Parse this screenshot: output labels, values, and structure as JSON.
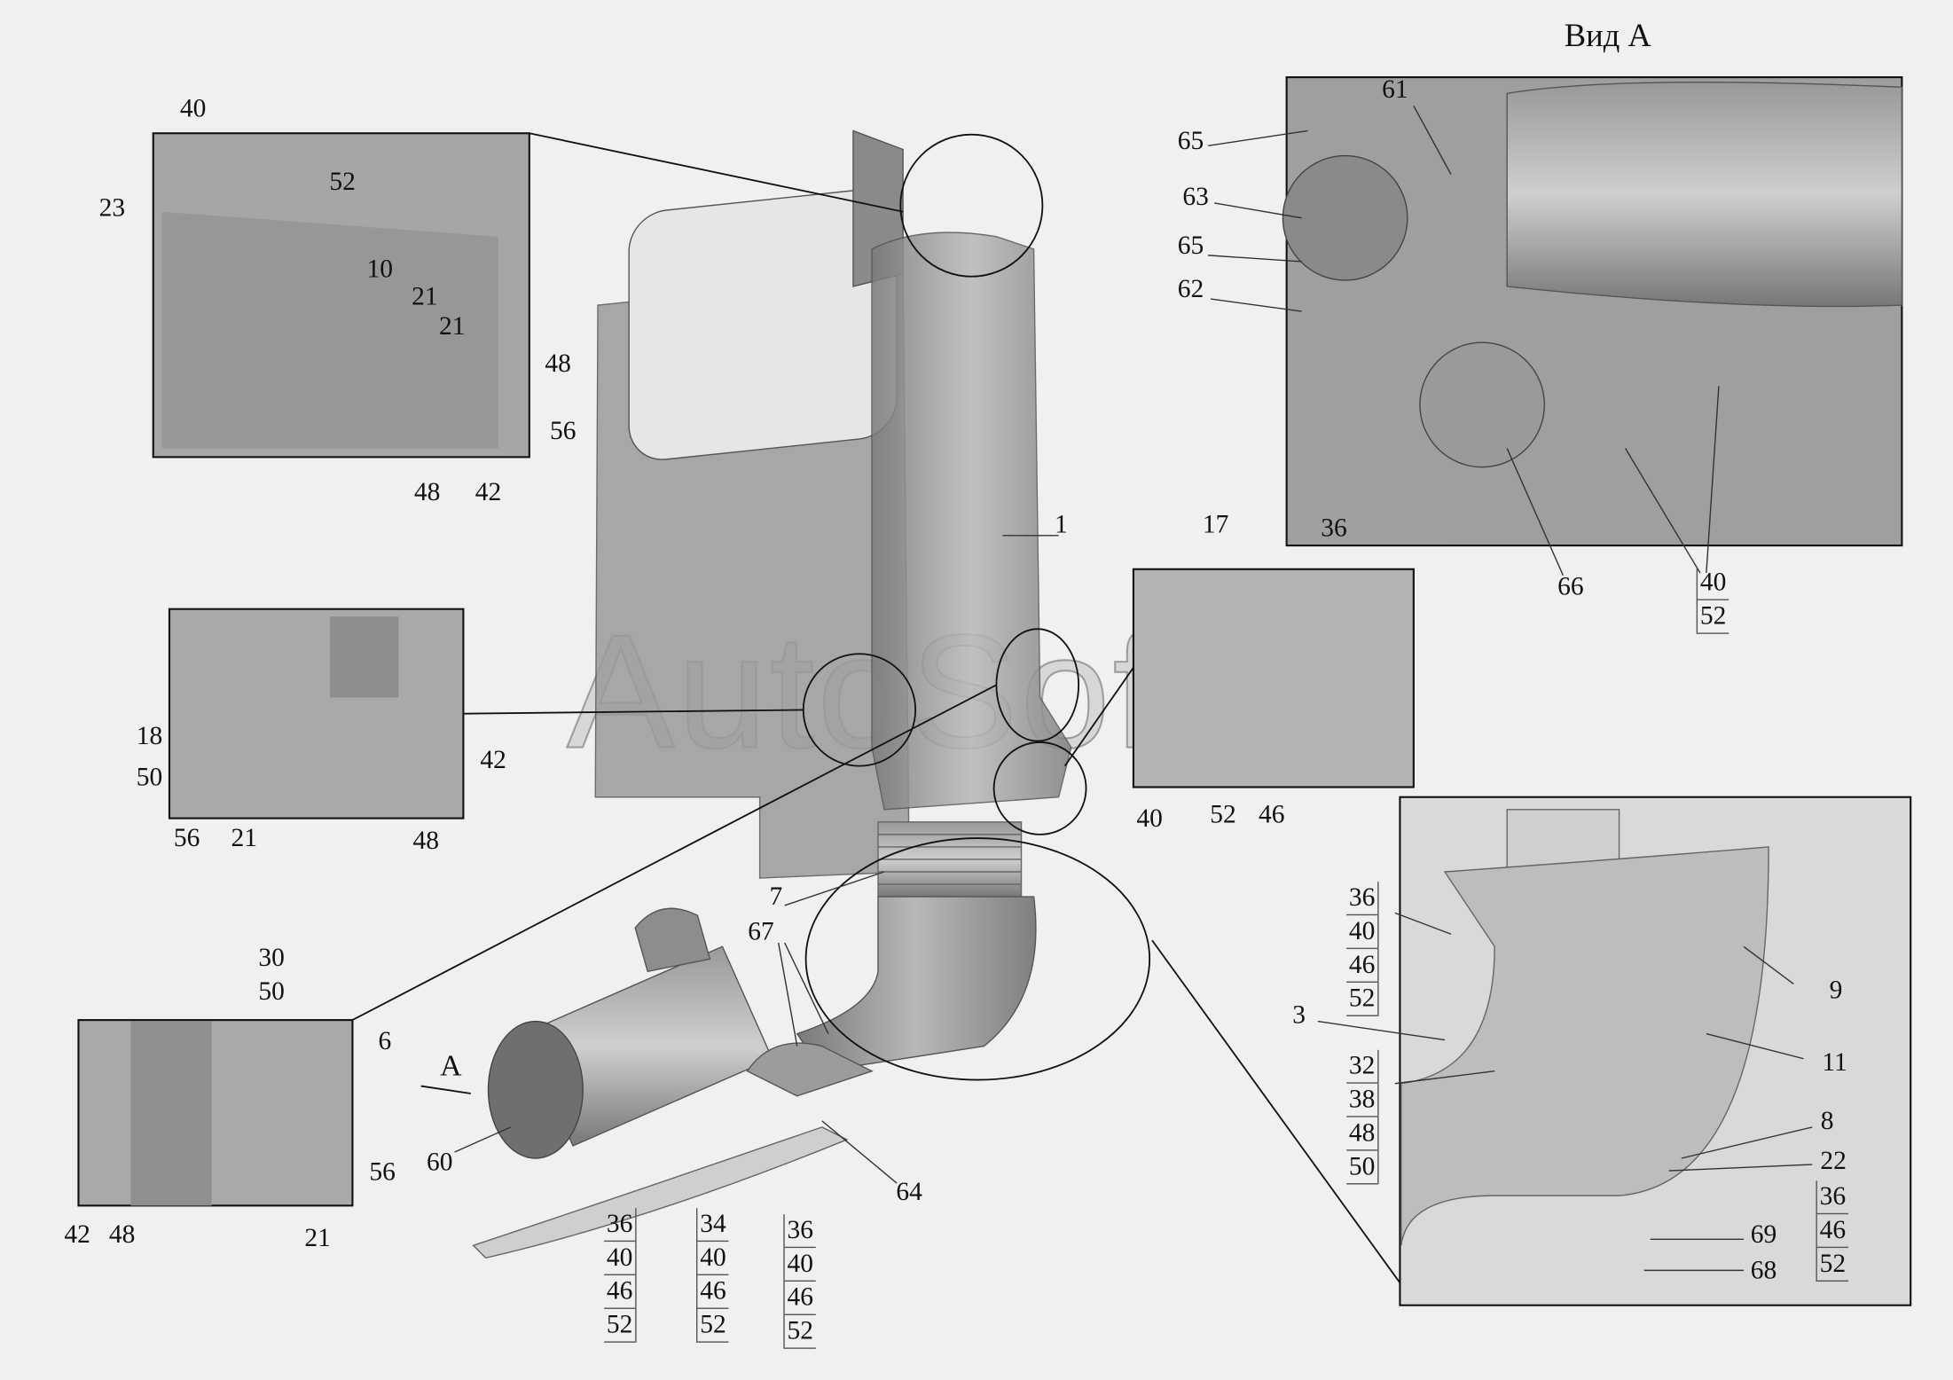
{
  "view_title": "Вид А",
  "view_marker": "А",
  "watermark": "AutoSoft",
  "inset_top_left": {
    "labels": [
      "40",
      "52",
      "23",
      "10",
      "21",
      "21",
      "48",
      "56",
      "48",
      "42"
    ]
  },
  "inset_mid_left": {
    "labels": [
      "18",
      "50",
      "42",
      "56",
      "21",
      "48"
    ]
  },
  "inset_bottom_left": {
    "labels": [
      "30",
      "50",
      "6",
      "56",
      "42",
      "48",
      "21"
    ]
  },
  "main": {
    "labels": [
      "1",
      "7",
      "67",
      "60",
      "64"
    ],
    "stacks": [
      [
        "36",
        "40",
        "46",
        "52"
      ],
      [
        "34",
        "40",
        "46",
        "52"
      ],
      [
        "36",
        "40",
        "46",
        "52"
      ]
    ]
  },
  "inset_mid_right": {
    "labels": [
      "17",
      "36",
      "40",
      "52",
      "46"
    ]
  },
  "view_a": {
    "labels": [
      "61",
      "65",
      "63",
      "65",
      "62",
      "66"
    ],
    "stack": [
      "40",
      "52"
    ]
  },
  "inset_bottom_right": {
    "labels": [
      "3",
      "9",
      "11",
      "8",
      "22",
      "69",
      "68"
    ],
    "stacks": [
      [
        "36",
        "40",
        "46",
        "52"
      ],
      [
        "32",
        "38",
        "48",
        "50"
      ],
      [
        "36",
        "46",
        "52"
      ]
    ]
  }
}
